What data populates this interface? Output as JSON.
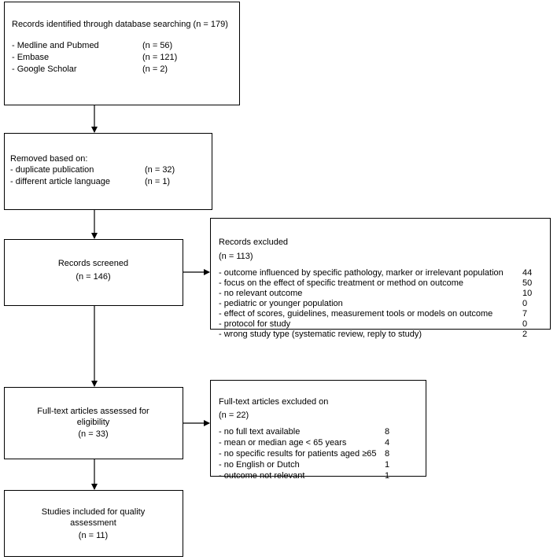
{
  "identified": {
    "title": "Records identified through database searching (n = 179)",
    "items": [
      {
        "label": "- Medline and Pubmed",
        "count": "(n = 56)"
      },
      {
        "label": "- Embase",
        "count": "(n = 121)"
      },
      {
        "label": "- Google Scholar",
        "count": "(n = 2)"
      }
    ]
  },
  "removed": {
    "title": "Removed based on:",
    "items": [
      {
        "label": "- duplicate publication",
        "count": "(n = 32)"
      },
      {
        "label": "- different article language",
        "count": "(n = 1)"
      }
    ]
  },
  "screened": {
    "title": "Records screened",
    "count": "(n = 146)"
  },
  "excluded": {
    "title": "Records excluded",
    "count": "(n = 113)",
    "items": [
      {
        "label": "- outcome influenced by specific pathology, marker or irrelevant population",
        "value": "44"
      },
      {
        "label": "- focus on the effect of specific treatment or method on outcome",
        "value": "50"
      },
      {
        "label": "- no relevant outcome",
        "value": "10"
      },
      {
        "label": "- pediatric or younger population",
        "value": "0"
      },
      {
        "label": "- effect of scores, guidelines, measurement tools or models on outcome",
        "value": "7"
      },
      {
        "label": "- protocol for study",
        "value": "0"
      },
      {
        "label": "- wrong study type (systematic review, reply to study)",
        "value": "2"
      }
    ]
  },
  "fulltext": {
    "line1": "Full-text articles assessed for",
    "line2": "eligibility",
    "count": "(n = 33)"
  },
  "ft_excluded": {
    "title": "Full-text articles excluded on",
    "count": "(n = 22)",
    "items": [
      {
        "label": "- no full text available",
        "value": "8"
      },
      {
        "label": "- mean or median age < 65 years",
        "value": "4"
      },
      {
        "label": "- no specific results for patients aged ≥65",
        "value": "8"
      },
      {
        "label": "- no English or Dutch",
        "value": "1"
      },
      {
        "label": "- outcome not relevant",
        "value": "1"
      }
    ]
  },
  "included": {
    "line1": "Studies included for quality",
    "line2": "assessment",
    "count": "(n = 11)"
  }
}
